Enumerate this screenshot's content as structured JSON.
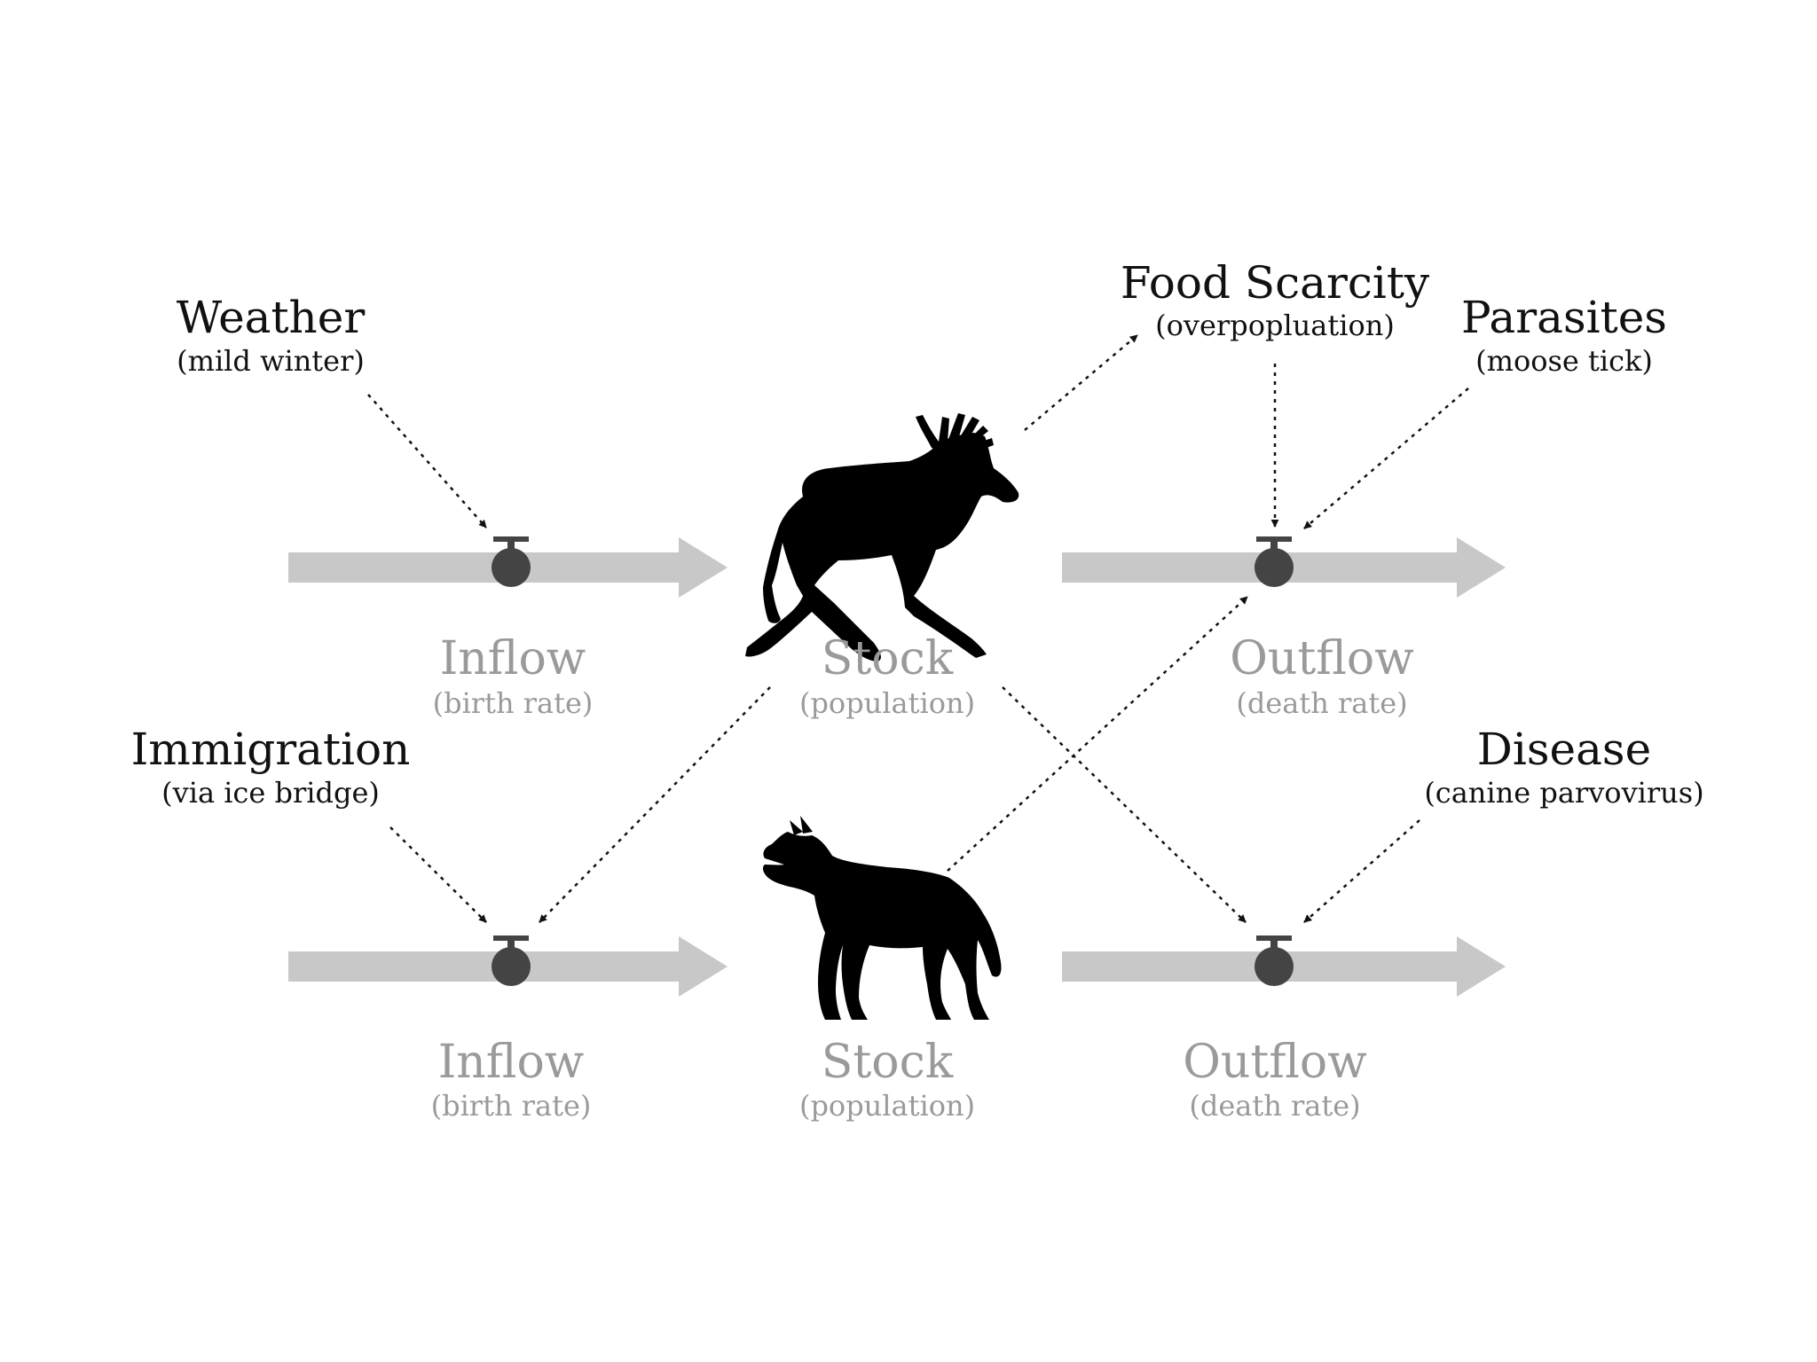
{
  "factors": {
    "weather": {
      "title": "Weather",
      "subtitle": "(mild winter)"
    },
    "food_scarcity": {
      "title": "Food Scarcity",
      "subtitle": "(overpopluation)"
    },
    "parasites": {
      "title": "Parasites",
      "subtitle": "(moose tick)"
    },
    "immigration": {
      "title": "Immigration",
      "subtitle": "(via ice bridge)"
    },
    "disease": {
      "title": "Disease",
      "subtitle": "(canine parvovirus)"
    }
  },
  "moose_row": {
    "inflow": {
      "title": "Inflow",
      "subtitle": "(birth rate)"
    },
    "stock": {
      "title": "Stock",
      "subtitle": "(population)",
      "icon": "moose-icon"
    },
    "outflow": {
      "title": "Outflow",
      "subtitle": "(death rate)"
    }
  },
  "wolf_row": {
    "inflow": {
      "title": "Inflow",
      "subtitle": "(birth rate)"
    },
    "stock": {
      "title": "Stock",
      "subtitle": "(population)",
      "icon": "wolf-icon"
    },
    "outflow": {
      "title": "Outflow",
      "subtitle": "(death rate)"
    }
  },
  "colors": {
    "pipe": "#c8c8c8",
    "valve": "#444444",
    "flow_text": "#9a9a9a",
    "label_text": "#111111"
  }
}
